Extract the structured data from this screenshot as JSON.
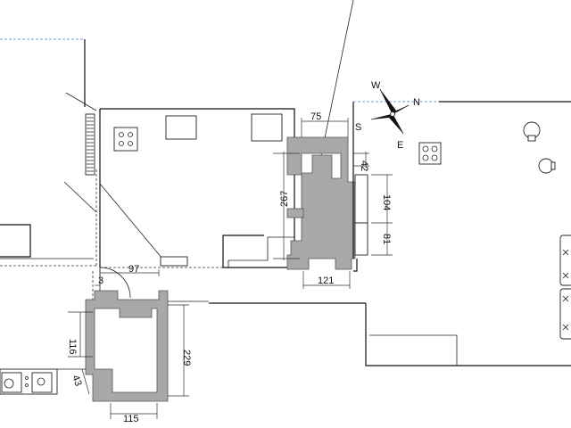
{
  "compass": {
    "north": "N",
    "south": "S",
    "east": "E",
    "west": "W"
  },
  "dimensions": {
    "d75": "75",
    "d42_right": "42",
    "d267": "267",
    "d104": "104",
    "d81": "81",
    "d121": "121",
    "d97": "97",
    "d3": "3",
    "d116": "116",
    "d229": "229",
    "d43": "43",
    "d115": "115"
  },
  "colors": {
    "wall_fill": "#a8a8a8",
    "line": "#111111",
    "blue_dash": "#4a7fc1"
  }
}
